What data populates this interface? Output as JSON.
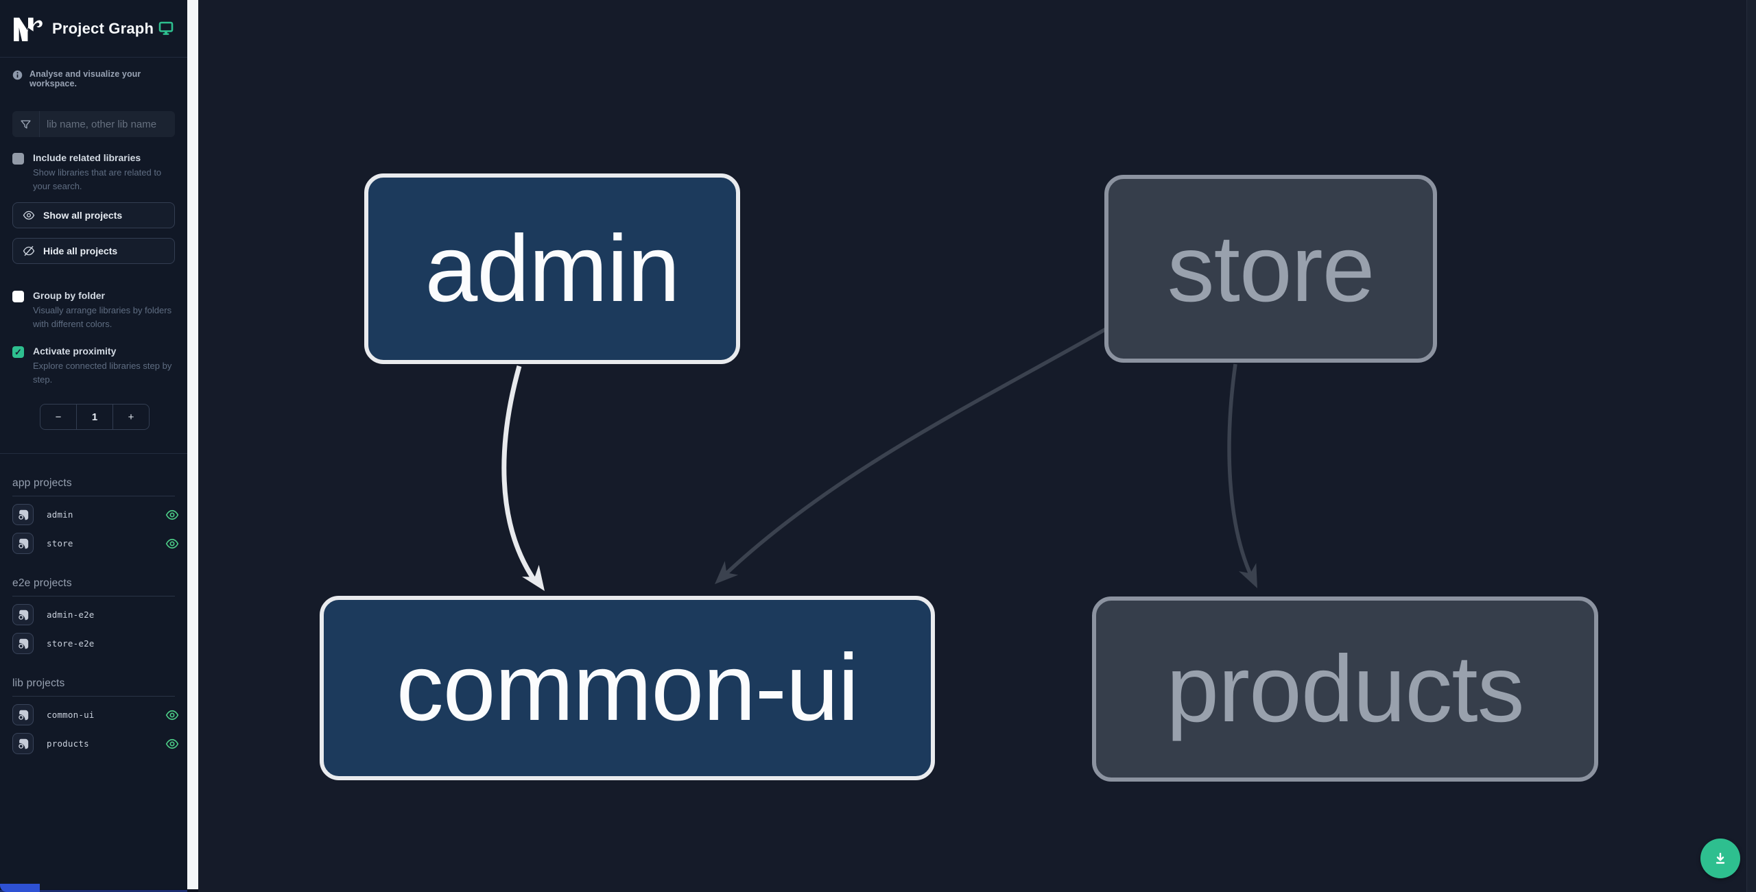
{
  "sidebar": {
    "title": "Project Graph",
    "tagline": "Analyse and visualize your workspace.",
    "filter": {
      "placeholder": "lib name, other lib name"
    },
    "include_related": {
      "label": "Include related libraries",
      "description": "Show libraries that are related to your search.",
      "checked": false
    },
    "show_all_label": "Show all projects",
    "hide_all_label": "Hide all projects",
    "group_by_folder": {
      "label": "Group by folder",
      "description": "Visually arrange libraries by folders with different colors.",
      "checked": false
    },
    "activate_proximity": {
      "label": "Activate proximity",
      "description": "Explore connected libraries step by step.",
      "checked": true,
      "checkmark": "✓"
    },
    "proximity_stepper": {
      "decrement": "−",
      "value": "1",
      "increment": "+"
    },
    "sections": [
      {
        "title": "app projects",
        "items": [
          {
            "name": "admin",
            "visible": true
          },
          {
            "name": "store",
            "visible": true
          }
        ]
      },
      {
        "title": "e2e projects",
        "items": [
          {
            "name": "admin-e2e",
            "visible": false
          },
          {
            "name": "store-e2e",
            "visible": false
          }
        ]
      },
      {
        "title": "lib projects",
        "items": [
          {
            "name": "common-ui",
            "visible": true
          },
          {
            "name": "products",
            "visible": true
          }
        ]
      }
    ]
  },
  "graph": {
    "nodes": [
      {
        "id": "admin",
        "label": "admin",
        "type": "app",
        "state": "focused"
      },
      {
        "id": "store",
        "label": "store",
        "type": "app",
        "state": "unfocused"
      },
      {
        "id": "common-ui",
        "label": "common-ui",
        "type": "lib",
        "state": "focused"
      },
      {
        "id": "products",
        "label": "products",
        "type": "lib",
        "state": "unfocused"
      }
    ],
    "edges": [
      {
        "from": "admin",
        "to": "common-ui",
        "highlighted": true
      },
      {
        "from": "store",
        "to": "common-ui",
        "highlighted": false
      },
      {
        "from": "store",
        "to": "products",
        "highlighted": false
      }
    ]
  },
  "colors": {
    "accent_teal": "#2ebf8f",
    "eye_green": "#4ccb86",
    "node_focused_fill": "#1c3a5c",
    "node_focused_border": "#e9ebee",
    "node_unfocused_fill": "#363e4b",
    "node_unfocused_border": "#8c93a0",
    "edge_highlight": "#e8eaed",
    "edge_default": "#3b424f",
    "focus_blue": "#2e51d4"
  }
}
